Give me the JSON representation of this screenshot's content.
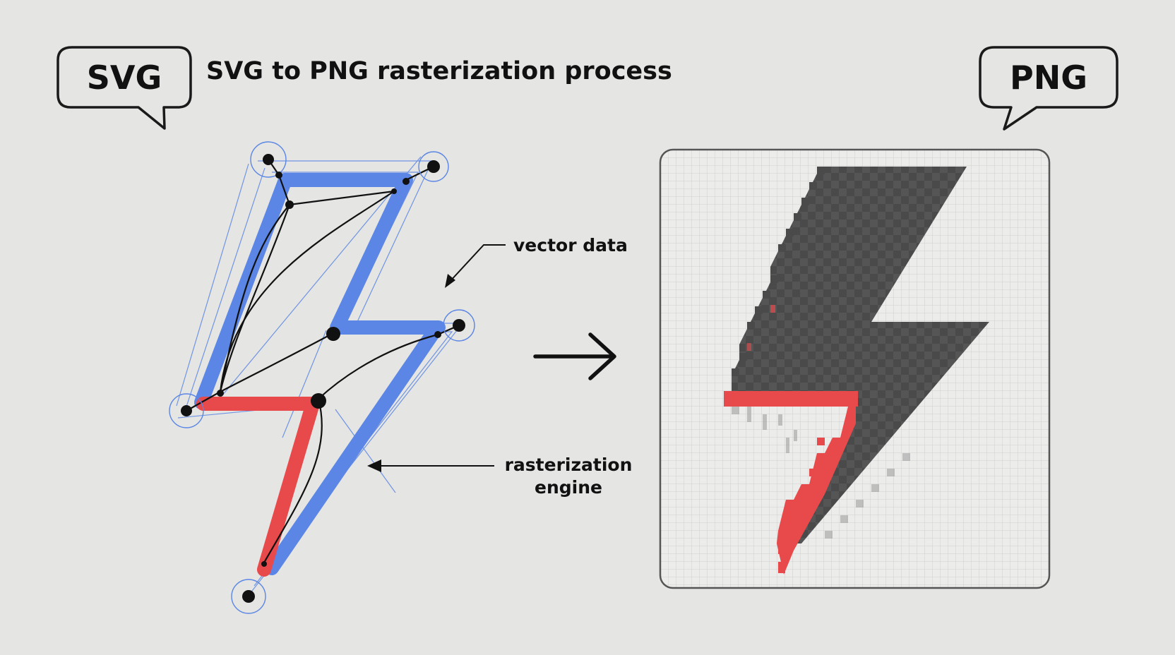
{
  "bubbles": {
    "left_label": "SVG",
    "right_label": "PNG"
  },
  "title": "SVG to PNG rasterization process",
  "annotations": {
    "vector_data": "vector data",
    "rasterization_line1": "rasterization",
    "rasterization_line2": "engine"
  },
  "colors": {
    "background": "#e5e5e3",
    "vector_stroke": "#5b86e5",
    "highlight_red": "#e8494b",
    "raster_dark": "#4a4a4a",
    "panel_grid": "#c9c9c9"
  }
}
